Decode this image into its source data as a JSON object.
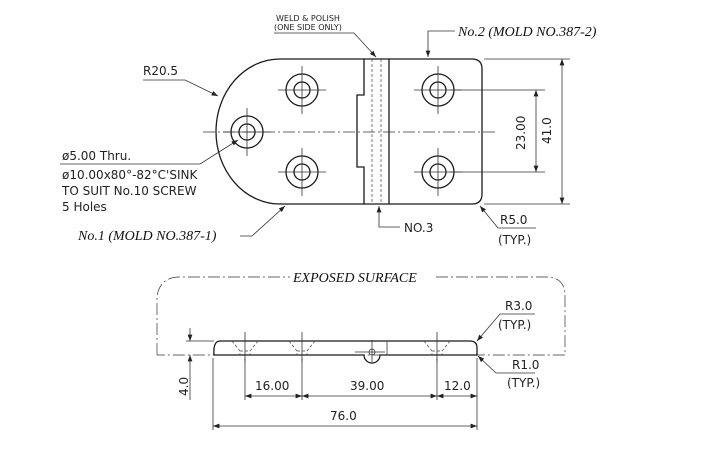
{
  "top_view": {
    "weld_note": [
      "WELD & POLISH",
      "(ONE SIDE ONLY)"
    ],
    "part2_label": "No.2 (MOLD NO.387-2)",
    "part1_label": "No.1 (MOLD NO.387-1)",
    "part3_label": "NO.3",
    "radius_left": "R20.5",
    "hole_note": [
      "ø5.00 Thru.",
      "ø10.00x80°-82°C'SINK",
      "TO SUIT No.10 SCREW",
      "5 Holes"
    ],
    "dim_hole_spacing": "23.00",
    "dim_width": "41.0",
    "corner_radius": "R5.0",
    "corner_radius_typ": "(TYP.)"
  },
  "side_view": {
    "exposed_label": "EXPOSED SURFACE",
    "r3": "R3.0",
    "r3_typ": "(TYP.)",
    "r1": "R1.0",
    "r1_typ": "(TYP.)",
    "thickness": "4.0",
    "dim_a": "16.00",
    "dim_b": "39.00",
    "dim_c": "12.0",
    "dim_total": "76.0"
  }
}
